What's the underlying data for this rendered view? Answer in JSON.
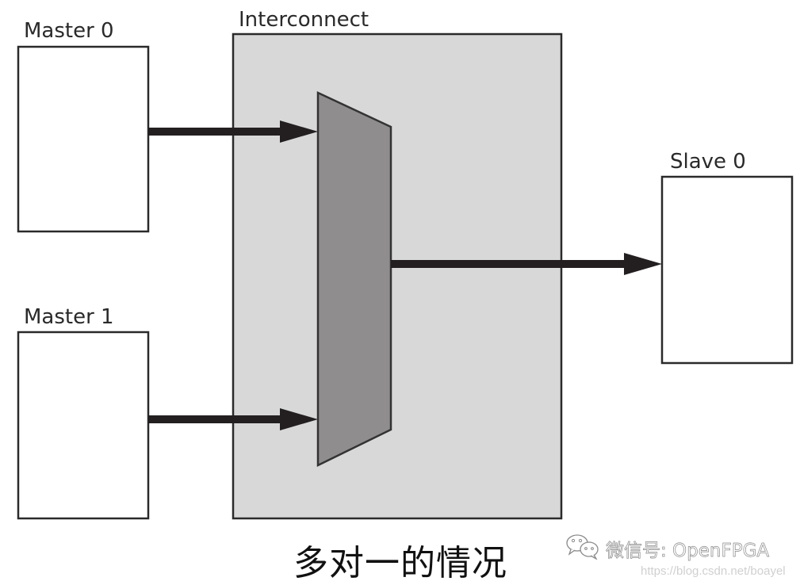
{
  "diagram": {
    "title": "Interconnect",
    "masters": [
      {
        "label": "Master 0"
      },
      {
        "label": "Master 1"
      }
    ],
    "slaves": [
      {
        "label": "Slave 0"
      }
    ],
    "interconnect_label": "Interconnect",
    "mux_label": "",
    "connections": [
      {
        "from": "Master 0",
        "to": "mux"
      },
      {
        "from": "Master 1",
        "to": "mux"
      },
      {
        "from": "mux",
        "to": "Slave 0"
      }
    ],
    "colors": {
      "interconnect_fill": "#d8d8d8",
      "mux_fill": "#8f8d8e",
      "arrow": "#231f20",
      "box_border": "#2a2a2a"
    }
  },
  "caption": "多对一的情况",
  "watermark": {
    "text": "微信号: OpenFPGA",
    "icon": "wechat-icon",
    "url": "https://blog.csdn.net/boayel"
  }
}
